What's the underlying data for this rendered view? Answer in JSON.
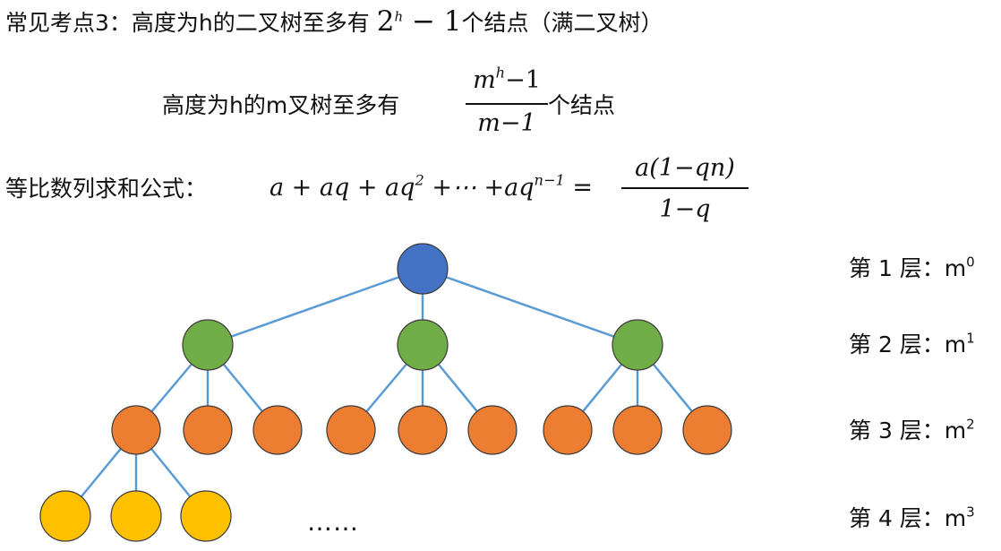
{
  "title": {
    "prefix": "常见考点3：高度为h的二叉树至多有 ",
    "base": "2",
    "exp": "h",
    "rest": " − 1",
    "suffix": "个结点（满二叉树）"
  },
  "mtree": {
    "prefix": "高度为h的m叉树至多有 ",
    "num_base": "m",
    "num_exp": "h",
    "num_rest": "−1",
    "den": "m−1",
    "suffix": "个结点"
  },
  "geom": {
    "prefix": "等比数列求和公式：",
    "lhs_a": "a + aq + aq",
    "lhs_exp1": "2",
    "lhs_mid": " +⋯ +aq",
    "lhs_exp2": "n−1",
    "equals": " =",
    "num": "a(1−qn)",
    "den": "1−q"
  },
  "levels": [
    {
      "label": "第 1 层：m",
      "exp": "0"
    },
    {
      "label": "第 2 层：m",
      "exp": "1"
    },
    {
      "label": "第 3 层：m",
      "exp": "2"
    },
    {
      "label": "第 4 层：m",
      "exp": "3"
    }
  ],
  "ellipsis": "……",
  "colors": {
    "root": "#4472C4",
    "level2": "#70AD47",
    "level3": "#ED7D31",
    "level4": "#FFC000",
    "edge": "#5B9BD5"
  }
}
